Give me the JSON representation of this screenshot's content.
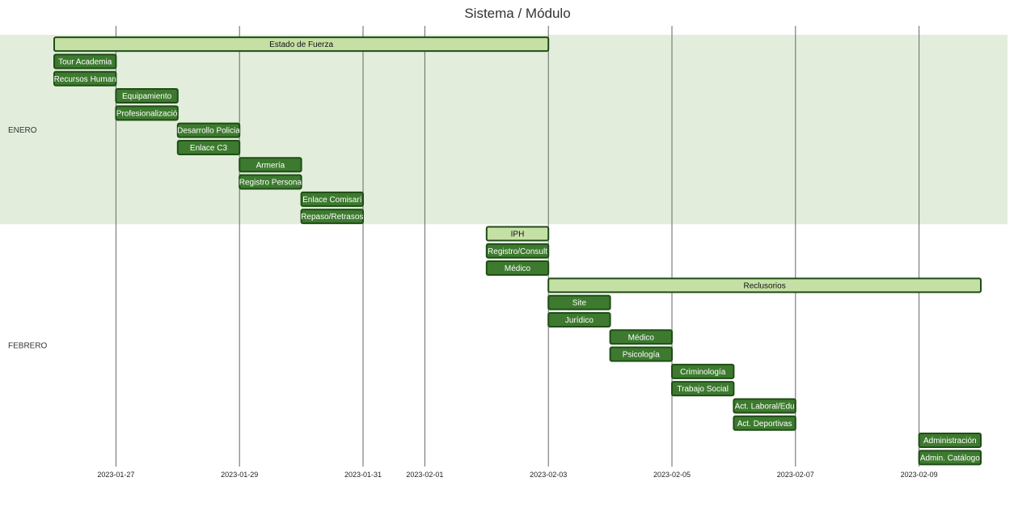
{
  "chart_data": {
    "type": "gantt",
    "title": "Sistema / Módulo",
    "x_start": "2023-01-26",
    "x_end": "2023-02-10",
    "ticks": [
      "2023-01-27",
      "2023-01-29",
      "2023-01-31",
      "2023-02-01",
      "2023-02-03",
      "2023-02-05",
      "2023-02-07",
      "2023-02-09"
    ],
    "grid": true,
    "colors": {
      "parent_fill": "#c5e0a5",
      "task_fill": "#3d7a2f",
      "bar_stroke": "#1f4d16",
      "band_fill": "#e2eedb",
      "grid_line": "#666666"
    },
    "sections": [
      {
        "label": "ENERO",
        "highlighted": true,
        "tasks": [
          {
            "name": "Estado de Fuerza",
            "start": "2023-01-26",
            "end": "2023-02-03",
            "kind": "parent"
          },
          {
            "name": "Tour Academia",
            "start": "2023-01-26",
            "end": "2023-01-27",
            "kind": "task"
          },
          {
            "name": "Recursos Human",
            "start": "2023-01-26",
            "end": "2023-01-27",
            "kind": "task"
          },
          {
            "name": "Equipamiento",
            "start": "2023-01-27",
            "end": "2023-01-28",
            "kind": "task"
          },
          {
            "name": "Profesionalizació",
            "start": "2023-01-27",
            "end": "2023-01-28",
            "kind": "task"
          },
          {
            "name": "Desarrollo Policia",
            "start": "2023-01-28",
            "end": "2023-01-29",
            "kind": "task"
          },
          {
            "name": "Enlace C3",
            "start": "2023-01-28",
            "end": "2023-01-29",
            "kind": "task"
          },
          {
            "name": "Armería",
            "start": "2023-01-29",
            "end": "2023-01-30",
            "kind": "task"
          },
          {
            "name": "Registro Persona",
            "start": "2023-01-29",
            "end": "2023-01-30",
            "kind": "task"
          },
          {
            "name": "Enlace Comisarí",
            "start": "2023-01-30",
            "end": "2023-01-31",
            "kind": "task"
          },
          {
            "name": "Repaso/Retrasos",
            "start": "2023-01-30",
            "end": "2023-01-31",
            "kind": "task"
          }
        ]
      },
      {
        "label": "FEBRERO",
        "highlighted": false,
        "tasks": [
          {
            "name": "IPH",
            "start": "2023-02-02",
            "end": "2023-02-03",
            "kind": "parent"
          },
          {
            "name": "Registro/Consult",
            "start": "2023-02-02",
            "end": "2023-02-03",
            "kind": "task"
          },
          {
            "name": "Médico",
            "start": "2023-02-02",
            "end": "2023-02-03",
            "kind": "task"
          },
          {
            "name": "Reclusorios",
            "start": "2023-02-03",
            "end": "2023-02-10",
            "kind": "parent"
          },
          {
            "name": "Site",
            "start": "2023-02-03",
            "end": "2023-02-04",
            "kind": "task"
          },
          {
            "name": "Jurídico",
            "start": "2023-02-03",
            "end": "2023-02-04",
            "kind": "task"
          },
          {
            "name": "Médico",
            "start": "2023-02-04",
            "end": "2023-02-05",
            "kind": "task"
          },
          {
            "name": "Psicología",
            "start": "2023-02-04",
            "end": "2023-02-05",
            "kind": "task"
          },
          {
            "name": "Criminología",
            "start": "2023-02-05",
            "end": "2023-02-06",
            "kind": "task"
          },
          {
            "name": "Trabajo Social",
            "start": "2023-02-05",
            "end": "2023-02-06",
            "kind": "task"
          },
          {
            "name": "Act. Laboral/Edu",
            "start": "2023-02-06",
            "end": "2023-02-07",
            "kind": "task"
          },
          {
            "name": "Act. Deportivas",
            "start": "2023-02-06",
            "end": "2023-02-07",
            "kind": "task"
          },
          {
            "name": "Administración",
            "start": "2023-02-09",
            "end": "2023-02-10",
            "kind": "task"
          },
          {
            "name": "Admin. Catálogo",
            "start": "2023-02-09",
            "end": "2023-02-10",
            "kind": "task"
          }
        ]
      }
    ]
  }
}
